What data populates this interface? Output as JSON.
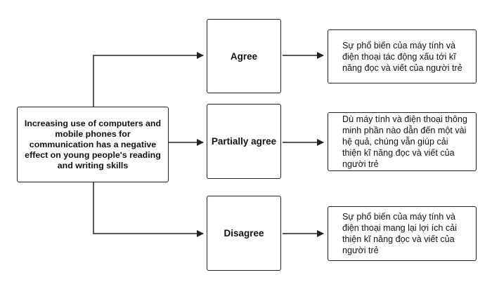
{
  "topic": "Increasing use of computers and mobile phones for communication has a negative effect on young people's reading and writing skills",
  "stances": [
    {
      "label": "Agree"
    },
    {
      "label": "Partially agree"
    },
    {
      "label": "Disagree"
    }
  ],
  "results": [
    {
      "text": "Sự phổ biến của máy tính và điện thoại tác động xấu tới kĩ năng đọc và viết của người trẻ"
    },
    {
      "text": "Dù máy tính và điện thoại thông minh phần nào dẫn đến một vài hệ quả, chúng vẫn giúp cải thiện kĩ năng đọc và viết của người trẻ"
    },
    {
      "text": "Sự phổ biến của máy tính và điện thoại mang lại lợi ích cải thiện kĩ năng đọc và viết của người trẻ"
    }
  ],
  "colors": {
    "line": "#222222",
    "background": "#ffffff",
    "text": "#111111"
  }
}
